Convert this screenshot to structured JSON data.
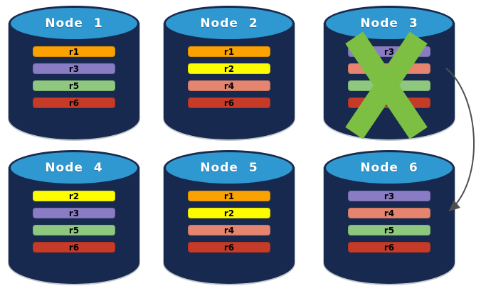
{
  "colors": {
    "cylinder_body": "#17294E",
    "cylinder_top": "#2F98D0",
    "cylinder_top_border": "#17294E",
    "x_mark": "#7CBF43",
    "arrow": "#4F4F4F",
    "replicas": {
      "r1": "#F9A201",
      "r2": "#FDFD00",
      "r3": "#8A7CC4",
      "r4": "#E5846F",
      "r5": "#8EC87E",
      "r6": "#C63A28"
    }
  },
  "nodes": [
    {
      "id": "node-1",
      "title": "Node 1",
      "replicas": [
        "r1",
        "r3",
        "r5",
        "r6"
      ],
      "failed": false
    },
    {
      "id": "node-2",
      "title": "Node 2",
      "replicas": [
        "r1",
        "r2",
        "r4",
        "r6"
      ],
      "failed": false
    },
    {
      "id": "node-3",
      "title": "Node 3",
      "replicas": [
        "r3",
        "r4",
        "r5",
        "r6"
      ],
      "failed": true
    },
    {
      "id": "node-4",
      "title": "Node 4",
      "replicas": [
        "r2",
        "r3",
        "r5",
        "r6"
      ],
      "failed": false
    },
    {
      "id": "node-5",
      "title": "Node 5",
      "replicas": [
        "r1",
        "r2",
        "r4",
        "r6"
      ],
      "failed": false
    },
    {
      "id": "node-6",
      "title": "Node 6",
      "replicas": [
        "r3",
        "r4",
        "r5",
        "r6"
      ],
      "failed": false
    }
  ],
  "arrow": {
    "from": "Node 3",
    "to": "Node 6"
  }
}
